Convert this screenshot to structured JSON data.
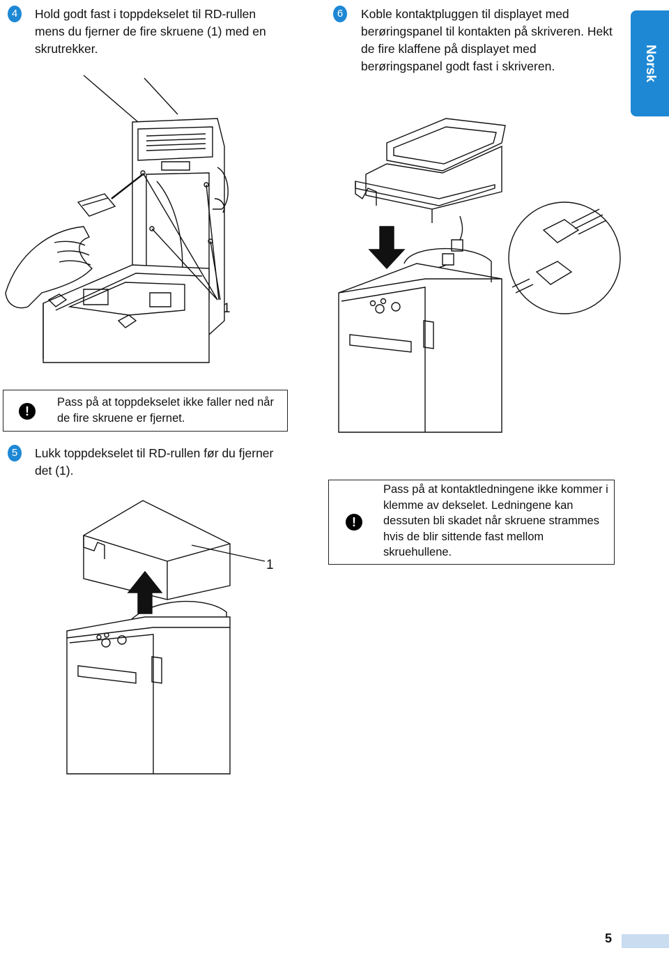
{
  "lang_tab": "Norsk",
  "steps": {
    "s4": {
      "number": "4",
      "text": "Hold godt fast i toppdekselet til RD-rullen mens du fjerner de fire skruene (1) med en skrutrekker."
    },
    "s6": {
      "number": "6",
      "text": "Koble kontaktpluggen til displayet med berøringspanel til kontakten på skriveren. Hekt de fire klaffene på displayet med berøringspanel godt fast i skriveren."
    },
    "s5": {
      "number": "5",
      "text": "Lukk toppdekselet til RD-rullen før du fjerner det (1)."
    }
  },
  "callouts": {
    "screws": "1",
    "cover": "1"
  },
  "notes": {
    "note1": {
      "icon": "!",
      "text": "Pass på at toppdekselet ikke faller ned når de fire skruene er fjernet."
    },
    "note2": {
      "icon": "!",
      "text": "Pass på at kontaktledningene ikke kommer i klemme av dekselet. Ledningene kan dessuten bli skadet når skruene strammes hvis de blir sittende fast mellom skruehullene."
    }
  },
  "page_number": "5",
  "colors": {
    "accent": "#1e88d4",
    "footer_bar": "#c9dcf0"
  }
}
